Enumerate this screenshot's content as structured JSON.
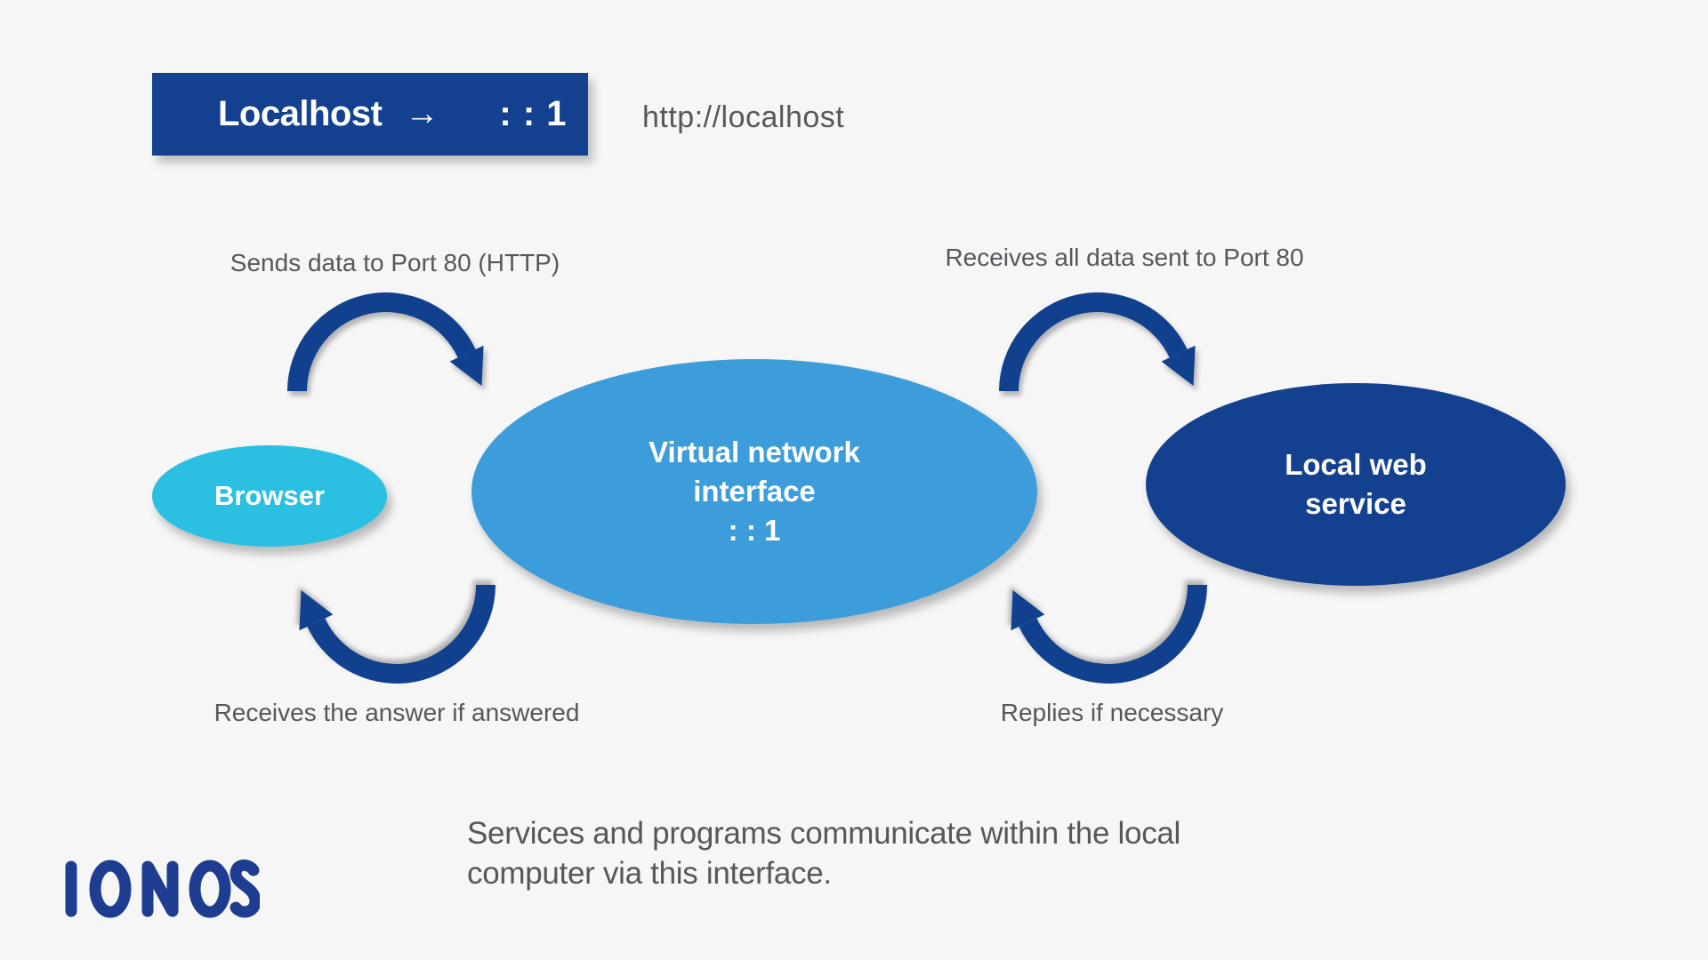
{
  "colors": {
    "background": "#f6f6f6",
    "brand_dark_blue": "#13418f",
    "interface_blue": "#3d9dda",
    "browser_cyan": "#2bc0e2",
    "label_gray": "#54585c",
    "logo_blue": "#1e3c90",
    "text_white": "#ffffff"
  },
  "header": {
    "box": {
      "label": "Localhost",
      "arrow": "→",
      "address": ": : 1"
    },
    "url": "http://localhost"
  },
  "nodes": [
    {
      "id": "browser",
      "label": "Browser",
      "color": "#2bc0e2"
    },
    {
      "id": "virtual-network-interface",
      "lines": [
        "Virtual network",
        "interface",
        ": : 1"
      ],
      "color": "#3d9dda"
    },
    {
      "id": "local-web-service",
      "lines": [
        "Local web",
        "service"
      ],
      "color": "#13418f"
    }
  ],
  "flows": [
    {
      "id": "browser-to-interface",
      "label": "Sends data to Port 80 (HTTP)"
    },
    {
      "id": "interface-to-service",
      "label": "Receives all data sent to Port 80"
    },
    {
      "id": "interface-to-browser",
      "label": "Receives the answer if answered"
    },
    {
      "id": "service-to-interface",
      "label": "Replies if necessary"
    }
  ],
  "caption": {
    "line1": "Services and programs communicate within the local",
    "line2": "computer via this interface."
  },
  "logo": {
    "name": "IONOS"
  }
}
